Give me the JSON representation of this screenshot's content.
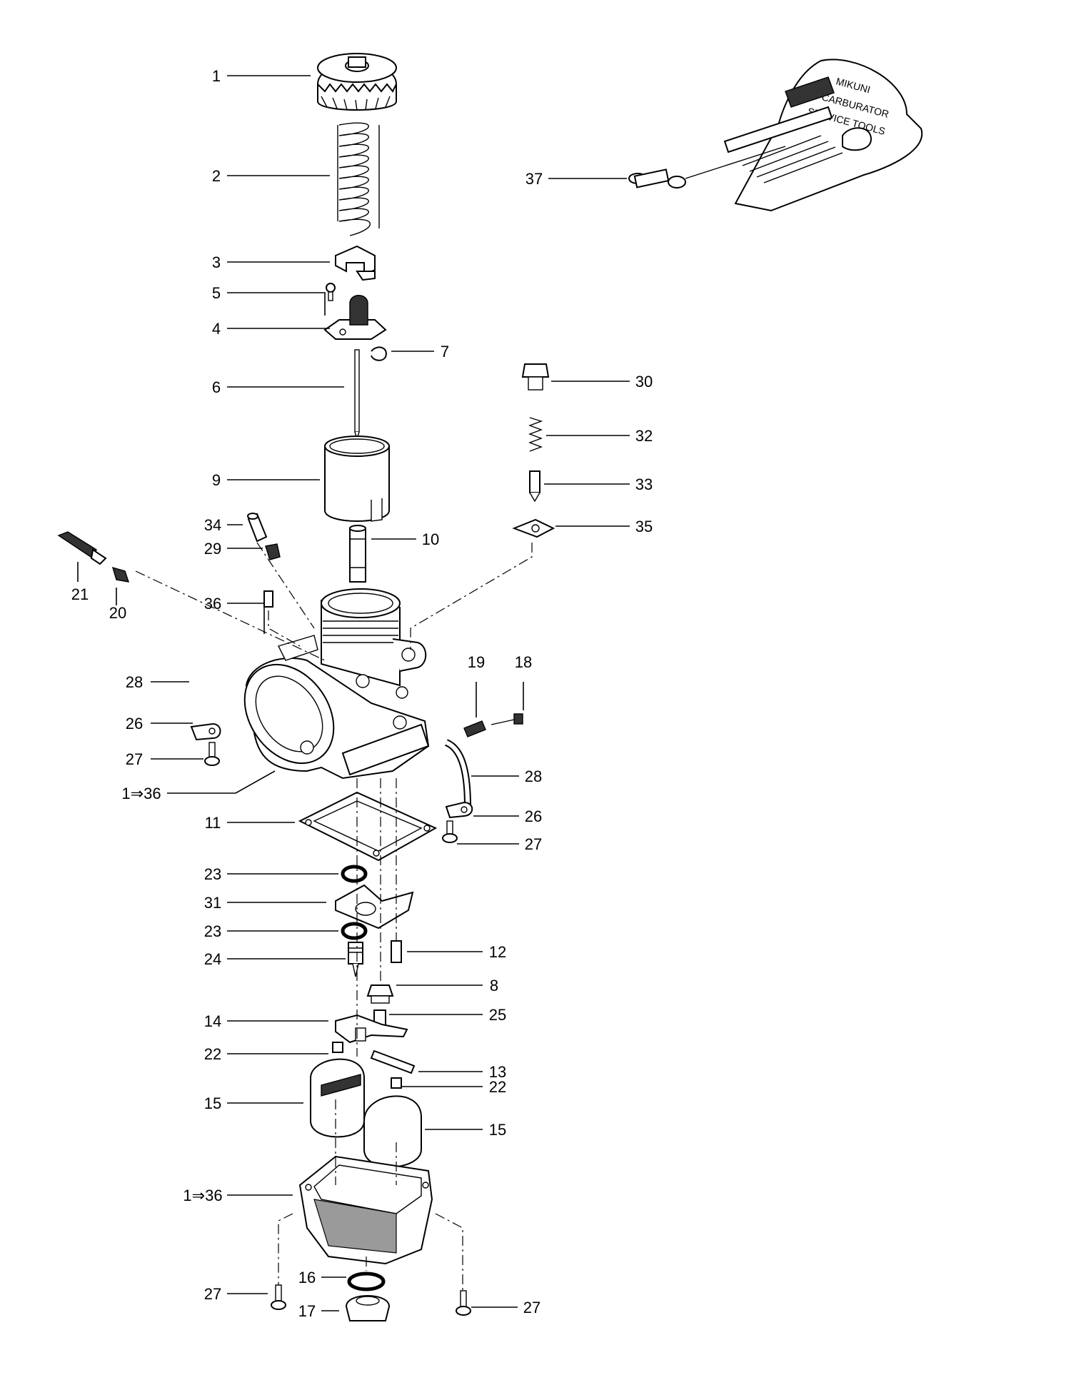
{
  "kit_label": {
    "line1": "MIKUNI",
    "line2": "CARBURATOR",
    "line3": "SERVICE TOOLS"
  },
  "callouts": [
    {
      "id": "c1",
      "label": "1"
    },
    {
      "id": "c2",
      "label": "2"
    },
    {
      "id": "c3",
      "label": "3"
    },
    {
      "id": "c5",
      "label": "5"
    },
    {
      "id": "c4",
      "label": "4"
    },
    {
      "id": "c7",
      "label": "7"
    },
    {
      "id": "c6",
      "label": "6"
    },
    {
      "id": "c9",
      "label": "9"
    },
    {
      "id": "c34",
      "label": "34"
    },
    {
      "id": "c29",
      "label": "29"
    },
    {
      "id": "c10",
      "label": "10"
    },
    {
      "id": "c21",
      "label": "21"
    },
    {
      "id": "c20",
      "label": "20"
    },
    {
      "id": "c36a",
      "label": "36"
    },
    {
      "id": "c28a",
      "label": "28"
    },
    {
      "id": "c26a",
      "label": "26"
    },
    {
      "id": "c27a",
      "label": "27"
    },
    {
      "id": "c136a",
      "label": "1⇒36"
    },
    {
      "id": "c11",
      "label": "11"
    },
    {
      "id": "c23a",
      "label": "23"
    },
    {
      "id": "c31",
      "label": "31"
    },
    {
      "id": "c23b",
      "label": "23"
    },
    {
      "id": "c24",
      "label": "24"
    },
    {
      "id": "c14",
      "label": "14"
    },
    {
      "id": "c22a",
      "label": "22"
    },
    {
      "id": "c15a",
      "label": "15"
    },
    {
      "id": "c136b",
      "label": "1⇒36"
    },
    {
      "id": "c27b",
      "label": "27"
    },
    {
      "id": "c16",
      "label": "16"
    },
    {
      "id": "c17",
      "label": "17"
    },
    {
      "id": "c37",
      "label": "37"
    },
    {
      "id": "c30",
      "label": "30"
    },
    {
      "id": "c32",
      "label": "32"
    },
    {
      "id": "c33",
      "label": "33"
    },
    {
      "id": "c35",
      "label": "35"
    },
    {
      "id": "c19",
      "label": "19"
    },
    {
      "id": "c18",
      "label": "18"
    },
    {
      "id": "c28b",
      "label": "28"
    },
    {
      "id": "c26b",
      "label": "26"
    },
    {
      "id": "c27c",
      "label": "27"
    },
    {
      "id": "c12",
      "label": "12"
    },
    {
      "id": "c8",
      "label": "8"
    },
    {
      "id": "c25",
      "label": "25"
    },
    {
      "id": "c13",
      "label": "13"
    },
    {
      "id": "c22b",
      "label": "22"
    },
    {
      "id": "c15b",
      "label": "15"
    },
    {
      "id": "c27d",
      "label": "27"
    }
  ]
}
